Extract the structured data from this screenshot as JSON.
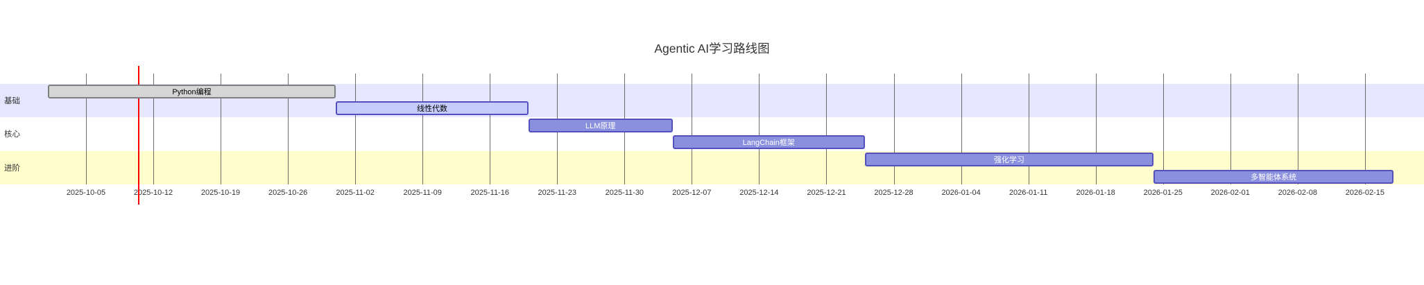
{
  "title": "Agentic AI学习路线图",
  "chart_data": {
    "type": "gantt",
    "title": "Agentic AI学习路线图",
    "axis": {
      "start": "2025-10-01",
      "end": "2026-02-18",
      "tick_interval_days": 7,
      "tick_labels": [
        "2025-10-05",
        "2025-10-12",
        "2025-10-19",
        "2025-10-26",
        "2025-11-02",
        "2025-11-09",
        "2025-11-16",
        "2025-11-23",
        "2025-11-30",
        "2025-12-07",
        "2025-12-14",
        "2025-12-21",
        "2025-12-28",
        "2026-01-04",
        "2026-01-11",
        "2026-01-18",
        "2026-01-25",
        "2026-02-01",
        "2026-02-08",
        "2026-02-15"
      ]
    },
    "today": "2025-10-10",
    "sections": [
      {
        "name": "基础",
        "tasks": [
          {
            "name": "Python编程",
            "start": "2025-10-01",
            "end": "2025-10-31",
            "status": "done"
          },
          {
            "name": "线性代数",
            "start": "2025-10-31",
            "end": "2025-11-20",
            "status": "active"
          }
        ]
      },
      {
        "name": "核心",
        "tasks": [
          {
            "name": "LLM原理",
            "start": "2025-11-20",
            "end": "2025-12-05",
            "status": "task"
          },
          {
            "name": "LangChain框架",
            "start": "2025-12-05",
            "end": "2025-12-25",
            "status": "task"
          }
        ]
      },
      {
        "name": "进阶",
        "tasks": [
          {
            "name": "强化学习",
            "start": "2025-12-25",
            "end": "2026-01-24",
            "status": "task"
          },
          {
            "name": "多智能体系统",
            "start": "2026-01-24",
            "end": "2026-02-18",
            "status": "task"
          }
        ]
      }
    ],
    "colors": {
      "task_fill": "#8a90dd",
      "task_border": "#534fbc",
      "active_fill": "#c5cbfa",
      "active_border": "#534fbc",
      "done_fill": "#d6d6d6",
      "done_border": "#7f7f7f",
      "section_band_basic": "rgba(102,102,255,0.16)",
      "section_band_core": "rgba(255,255,255,0)",
      "section_band_advanced": "rgba(255,244,0,0.20)",
      "today_line": "#ff0000",
      "grid_line": "#545454",
      "text": "#333333"
    }
  }
}
